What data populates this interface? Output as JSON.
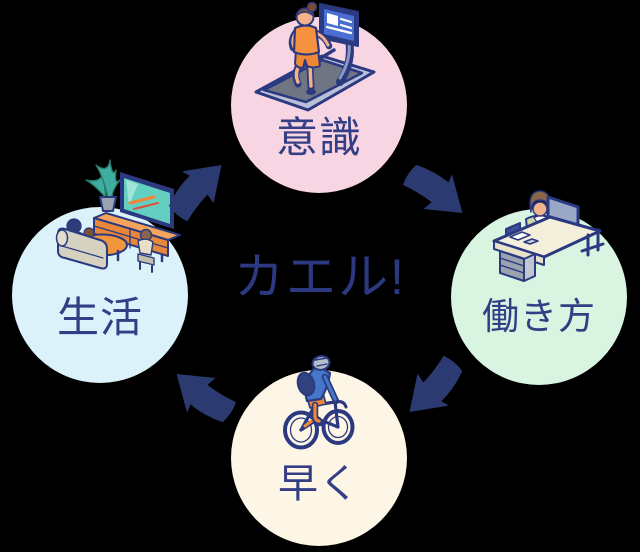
{
  "diagram": {
    "center_label": "カエル!",
    "nodes": [
      {
        "position": "top",
        "label": "意識",
        "illustration": "woman-running-on-treadmill",
        "circle_color": "#f8d5e2"
      },
      {
        "position": "right",
        "label": "働き方",
        "illustration": "woman-working-at-desk",
        "circle_color": "#d9f5e1"
      },
      {
        "position": "bottom",
        "label": "早く",
        "illustration": "person-riding-bicycle",
        "circle_color": "#fdf6e6"
      },
      {
        "position": "left",
        "label": "生活",
        "illustration": "family-watching-tv",
        "circle_color": "#dcf2fa"
      }
    ],
    "arrows": [
      {
        "from": "生活",
        "to": "意識",
        "direction": "up-right"
      },
      {
        "from": "意識",
        "to": "働き方",
        "direction": "down-right"
      },
      {
        "from": "働き方",
        "to": "早く",
        "direction": "down-left"
      },
      {
        "from": "早く",
        "to": "生活",
        "direction": "up-left"
      }
    ],
    "colors": {
      "background": "#000000",
      "arrow_navy": "#2b3a70",
      "outline_navy": "#2b3a80",
      "label_text": "#333e85",
      "center_text": "#2c3880",
      "accent_orange": "#ef8737",
      "screen_teal": "#63cfc0",
      "jacket_blue": "#4577c8"
    }
  }
}
